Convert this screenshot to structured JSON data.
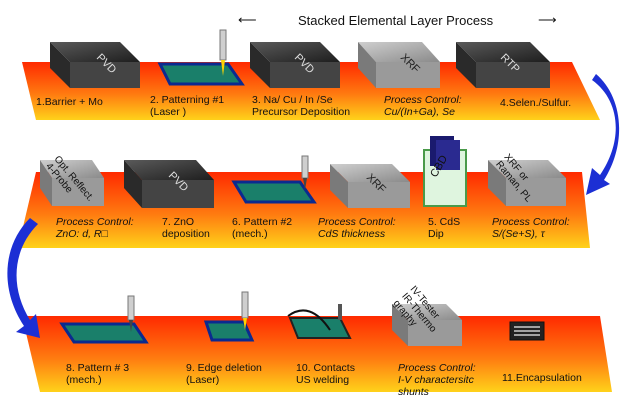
{
  "header": {
    "title": "Stacked Elemental Layer Process",
    "left_arrow": "⟵",
    "right_arrow": "⟶"
  },
  "colors": {
    "band_top": "#ff2a00",
    "band_bottom": "#ffd21a",
    "connector": "#1c2fd4",
    "machine": "#3a3a3a",
    "machine_light": "#a8a8a8",
    "cbd_green": "#6fcf6f"
  },
  "row1": {
    "machines": [
      "PVD",
      "PVD",
      "XRF",
      "RTP"
    ],
    "steps": [
      {
        "text": "1.Barrier + Mo"
      },
      {
        "text": "2. Patterning #1\n(Laser )"
      },
      {
        "text": "3. Na/ Cu / In /Se\nPrecursor Deposition"
      },
      {
        "text": "Process Control:\nCu/(In+Ga), Se"
      },
      {
        "text": "4.Selen./Sulfur."
      }
    ]
  },
  "row2": {
    "machines": [
      "PVD",
      "XRF",
      "CBD"
    ],
    "tilted": [
      "Opt. Reflect.\n4-Probe",
      "XRF or\nRaman, PL"
    ],
    "steps": [
      {
        "text": "Process Control:\nZnO: d, R□"
      },
      {
        "text": "7. ZnO\ndeposition"
      },
      {
        "text": "6. Pattern #2\n(mech.)"
      },
      {
        "text": "Process Control:\nCdS thickness"
      },
      {
        "text": "5. CdS\nDip"
      },
      {
        "text": "Process Control:\nS/(Se+S), τ"
      }
    ]
  },
  "row3": {
    "tilted": [
      "IV-Tester\nIR-Thermo\ngraphy"
    ],
    "steps": [
      {
        "text": "8. Pattern # 3\n(mech.)"
      },
      {
        "text": "9. Edge deletion\n(Laser)"
      },
      {
        "text": "10. Contacts\nUS welding"
      },
      {
        "text": "Process Control:\nI-V charactersitc\nshunts"
      },
      {
        "text": "11.Encapsulation"
      }
    ]
  }
}
